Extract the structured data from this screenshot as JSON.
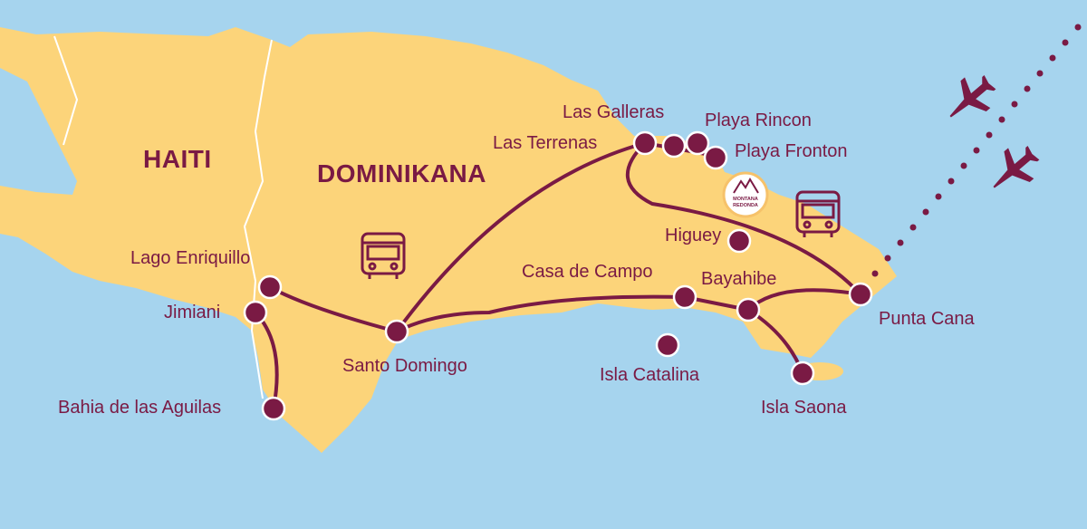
{
  "colors": {
    "sea": "#a6d4ee",
    "land": "#fcd47a",
    "accent": "#7a1a44",
    "border": "#ffffff"
  },
  "countries": {
    "haiti": "HAITI",
    "dominikana": "DOMINIKANA"
  },
  "logo": {
    "line1": "MONTANA",
    "line2": "REDONDA"
  },
  "places": [
    {
      "id": "las-galleras",
      "label": "Las Galleras"
    },
    {
      "id": "playa-rincon",
      "label": "Playa Rincon"
    },
    {
      "id": "las-terrenas",
      "label": "Las Terrenas"
    },
    {
      "id": "playa-fronton",
      "label": "Playa Fronton"
    },
    {
      "id": "higuey",
      "label": "Higuey"
    },
    {
      "id": "lago-enriquillo",
      "label": "Lago Enriquillo"
    },
    {
      "id": "casa-de-campo",
      "label": "Casa de Campo"
    },
    {
      "id": "bayahibe",
      "label": "Bayahibe"
    },
    {
      "id": "jimiani",
      "label": "Jimiani"
    },
    {
      "id": "punta-cana",
      "label": "Punta Cana"
    },
    {
      "id": "santo-domingo",
      "label": "Santo Domingo"
    },
    {
      "id": "isla-catalina",
      "label": "Isla Catalina"
    },
    {
      "id": "bahia-de-las-aguilas",
      "label": "Bahia de las Aguilas"
    },
    {
      "id": "isla-saona",
      "label": "Isla Saona"
    }
  ],
  "icons": [
    "bus-icon",
    "airplane-icon"
  ]
}
